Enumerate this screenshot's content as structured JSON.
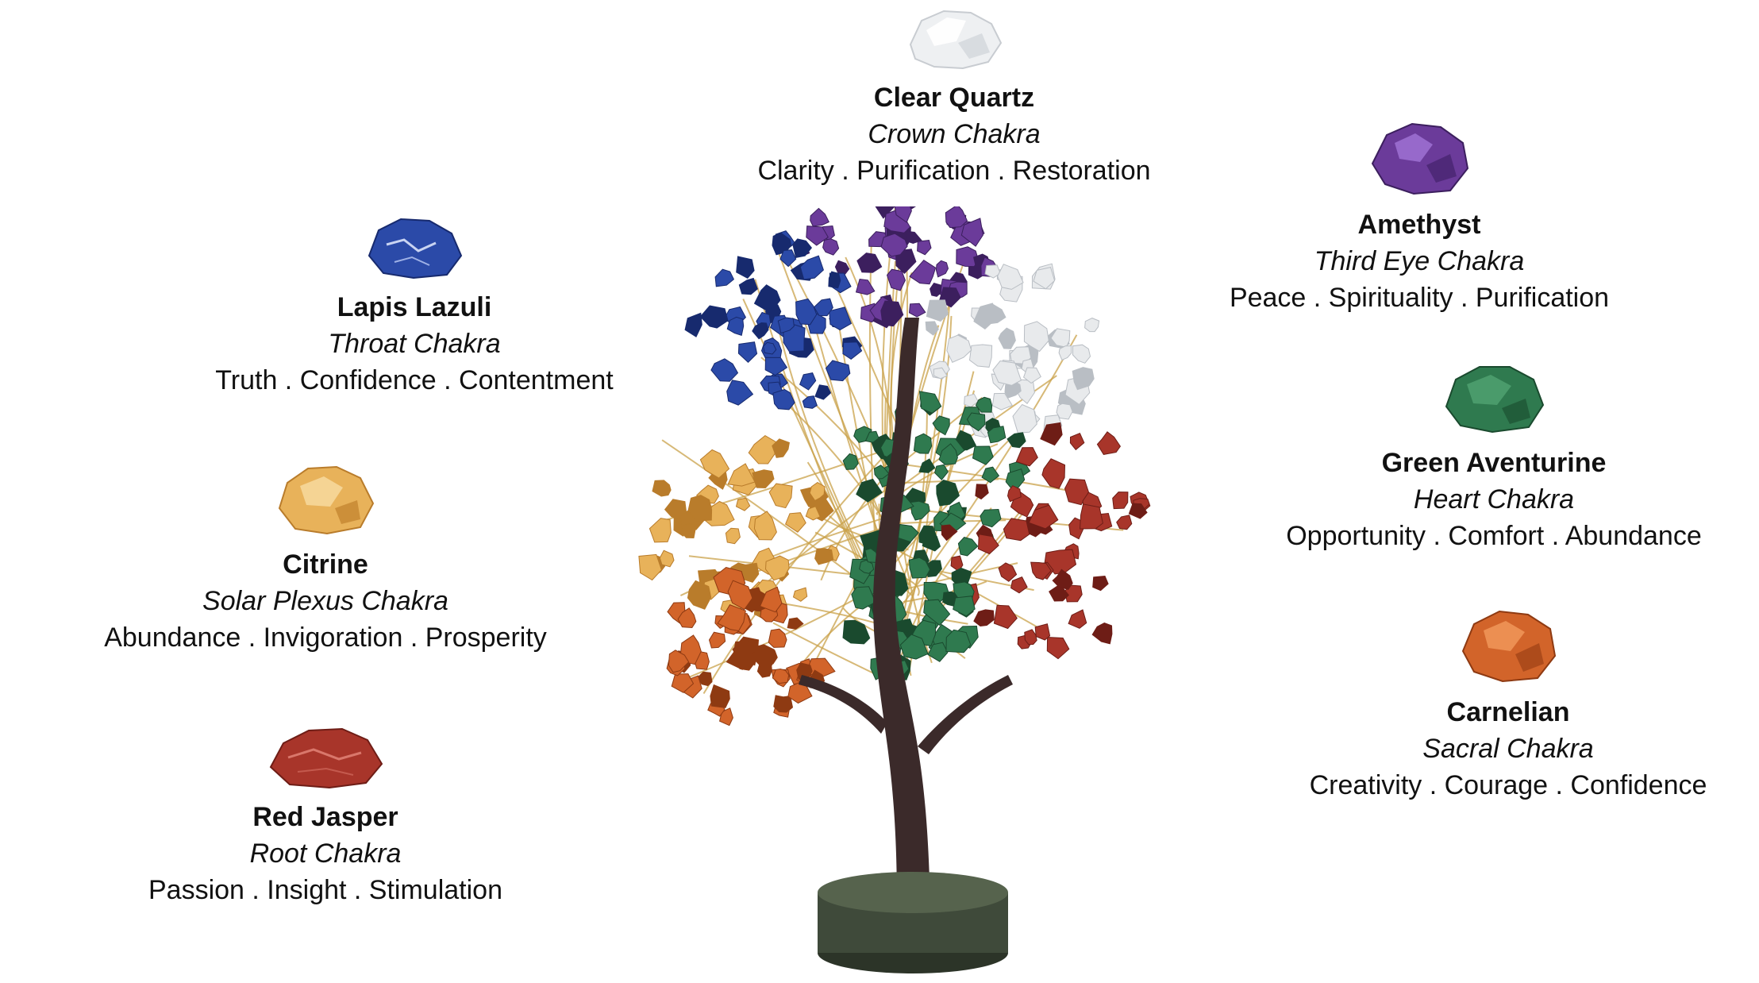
{
  "stones": [
    {
      "id": "clear-quartz",
      "name": "Clear Quartz",
      "chakra": "Crown Chakra",
      "properties": "Clarity . Purification . Restoration",
      "color": "#e8eaec",
      "shade": "#b9bec4"
    },
    {
      "id": "lapis-lazuli",
      "name": "Lapis Lazuli",
      "chakra": "Throat Chakra",
      "properties": "Truth . Confidence . Contentment",
      "color": "#2b4aa8",
      "shade": "#172a6e"
    },
    {
      "id": "citrine",
      "name": "Citrine",
      "chakra": "Solar Plexus Chakra",
      "properties": "Abundance . Invigoration . Prosperity",
      "color": "#e8b25a",
      "shade": "#b97c2b"
    },
    {
      "id": "red-jasper",
      "name": "Red Jasper",
      "chakra": "Root Chakra",
      "properties": "Passion . Insight . Stimulation",
      "color": "#a8352a",
      "shade": "#6e1d16"
    },
    {
      "id": "amethyst",
      "name": "Amethyst",
      "chakra": "Third Eye Chakra",
      "properties": "Peace . Spirituality . Purification",
      "color": "#6b3b9a",
      "shade": "#3c1f5e"
    },
    {
      "id": "green-aventurine",
      "name": "Green Aventurine",
      "chakra": "Heart Chakra",
      "properties": "Opportunity . Comfort . Abundance",
      "color": "#2f7a4f",
      "shade": "#1a4a2e"
    },
    {
      "id": "carnelian",
      "name": "Carnelian",
      "chakra": "Sacral Chakra",
      "properties": "Creativity . Courage . Confidence",
      "color": "#d2642a",
      "shade": "#8e3a12"
    }
  ],
  "tree": {
    "trunk_color": "#3b2a2a",
    "wire_color": "#c9a24a",
    "base_color": "#3f4a3a"
  }
}
